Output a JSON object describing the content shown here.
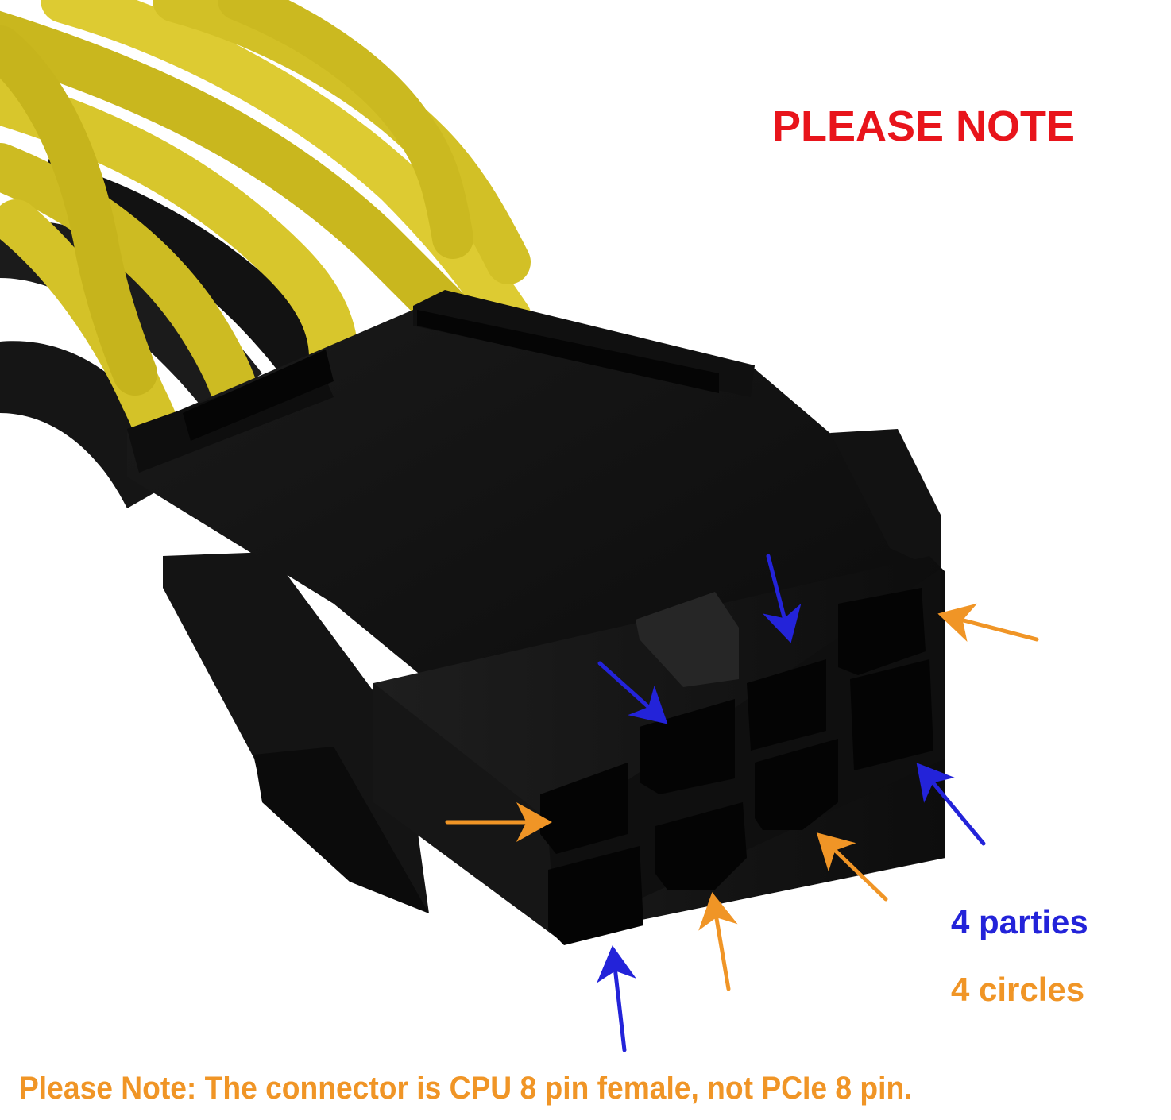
{
  "image": {
    "subject": "CPU 8 pin female power connector with yellow and black wires",
    "background_color": "#ffffff"
  },
  "annotations": {
    "title": "PLEASE NOTE",
    "legend": {
      "blue_label": "4 parties",
      "orange_label": "4 circles"
    },
    "footer_note": "Please Note: The connector is CPU 8 pin female, not PCIe 8 pin."
  },
  "colors": {
    "title_red": "#e8141b",
    "arrow_blue": "#2323d9",
    "arrow_orange": "#f09526",
    "wire_yellow": "#d9c524",
    "connector_black": "#0c0c0c"
  },
  "arrows": {
    "blue_count": 4,
    "orange_count": 4
  }
}
